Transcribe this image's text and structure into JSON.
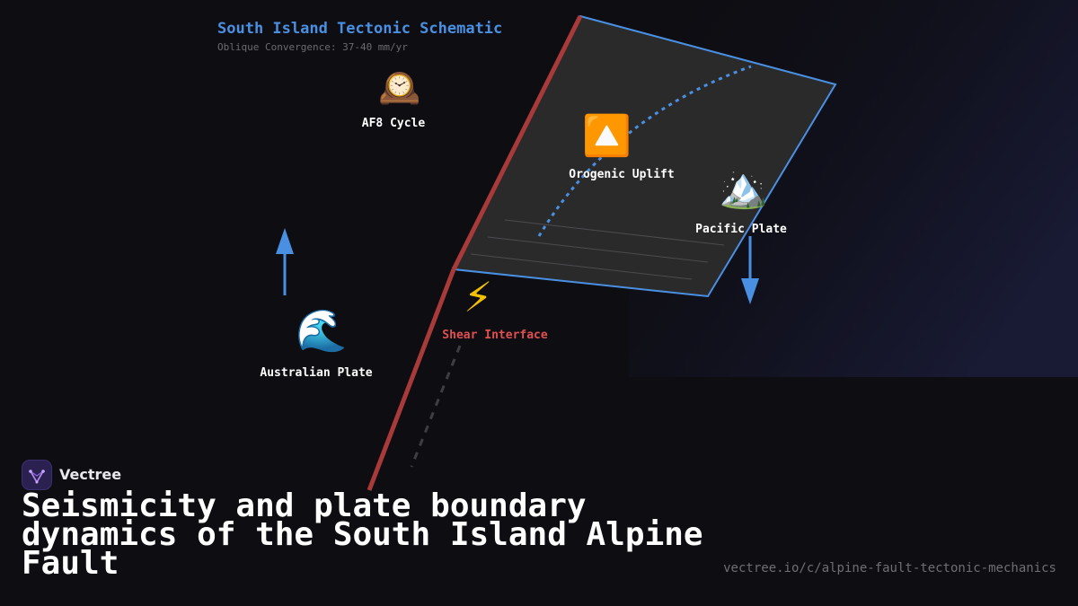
{
  "diagram": {
    "title": "South Island Tectonic Schematic",
    "subtitle": "Oblique Convergence: 37-40 mm/yr",
    "nodes": [
      {
        "id": "af8",
        "label": "AF8 Cycle",
        "icon": "mantel-clock-icon",
        "glyph": "🕰️"
      },
      {
        "id": "uplift",
        "label": "Orogenic Uplift",
        "icon": "up-arrow-button-icon",
        "glyph": "🔼"
      },
      {
        "id": "pacific",
        "label": "Pacific Plate",
        "icon": "snow-capped-mountain-icon",
        "glyph": "🏔️"
      },
      {
        "id": "australian",
        "label": "Australian Plate",
        "icon": "water-wave-icon",
        "glyph": "🌊"
      },
      {
        "id": "shear",
        "label": "Shear Interface",
        "icon": "lightning-icon",
        "glyph": "⚡"
      }
    ],
    "colors": {
      "accent_blue": "#4a90e2",
      "fault_red": "#a83a3a",
      "shear_label_red": "#e05050",
      "block_fill": "#2a2a2a"
    }
  },
  "brand": {
    "name": "Vectree",
    "logo_icon": "vectree-logo-icon"
  },
  "headline": "Seismicity and plate boundary dynamics of the South Island Alpine Fault",
  "source_url": "vectree.io/c/alpine-fault-tectonic-mechanics"
}
